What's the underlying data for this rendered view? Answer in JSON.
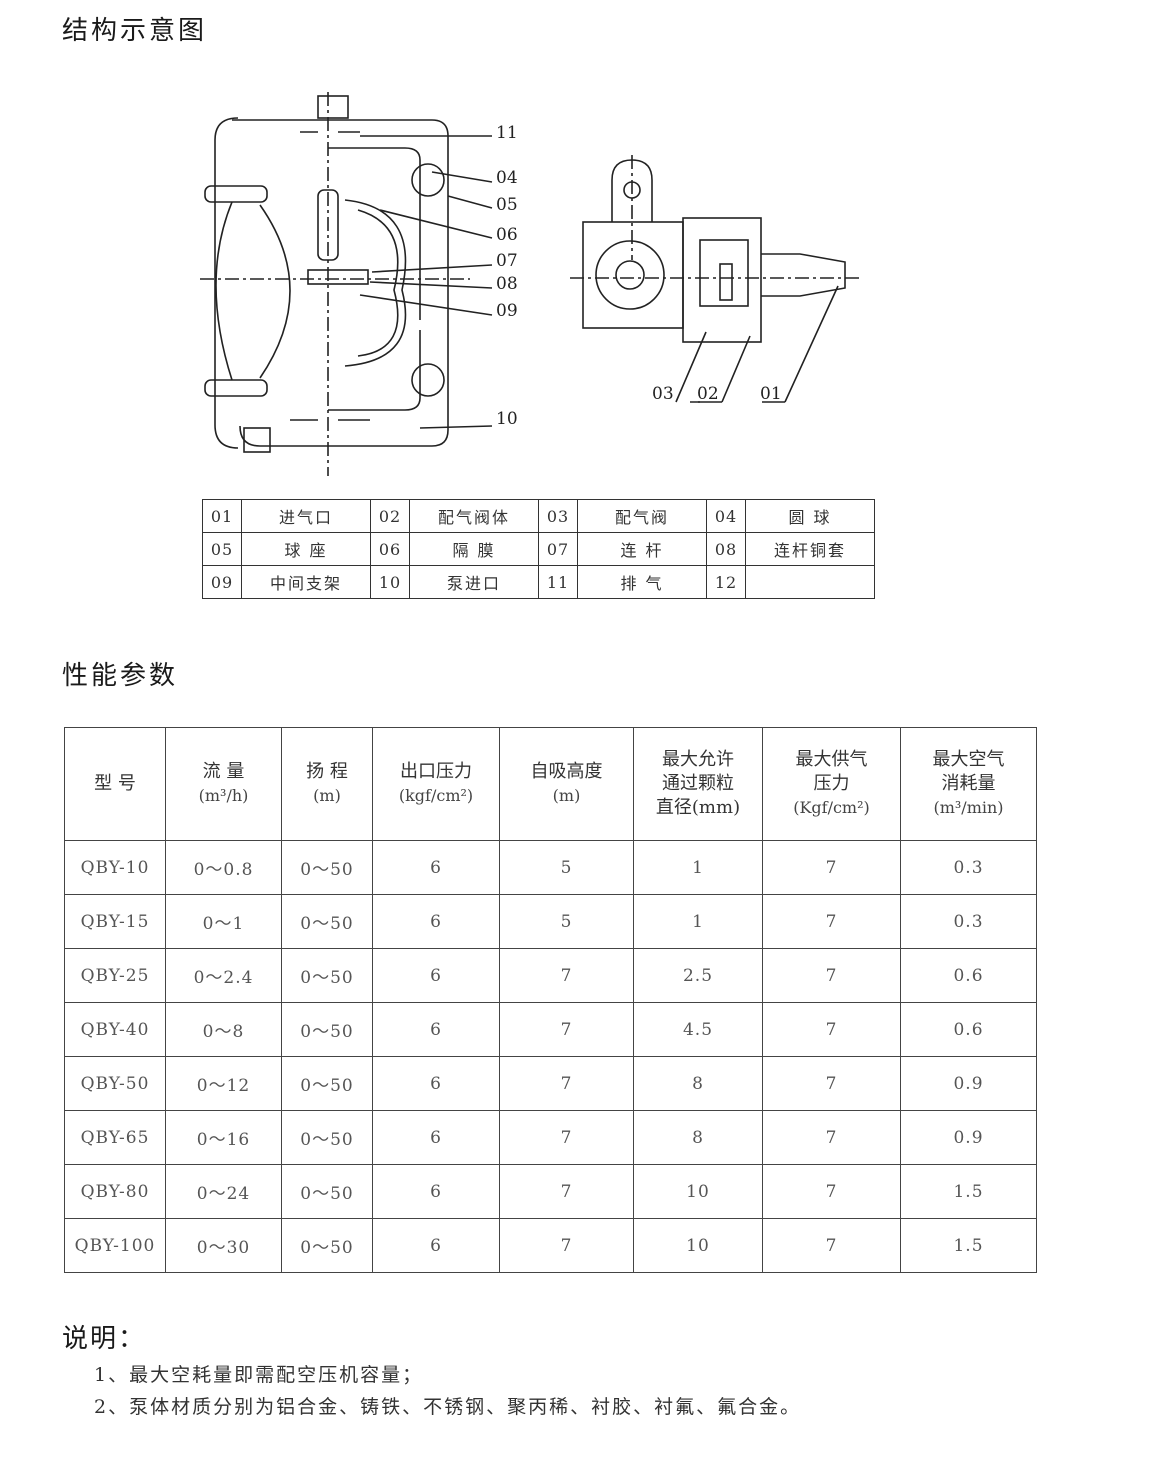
{
  "sections": {
    "structure_title": "结构示意图",
    "performance_title": "性能参数",
    "notes_title": "说明："
  },
  "diagram_callouts": [
    "11",
    "04",
    "05",
    "06",
    "07",
    "08",
    "09",
    "10",
    "03",
    "02",
    "01"
  ],
  "parts": [
    [
      {
        "num": "01",
        "name": "进气口"
      },
      {
        "num": "02",
        "name": "配气阀体"
      },
      {
        "num": "03",
        "name": "配气阀"
      },
      {
        "num": "04",
        "name": "圆 球"
      }
    ],
    [
      {
        "num": "05",
        "name": "球 座"
      },
      {
        "num": "06",
        "name": "隔 膜"
      },
      {
        "num": "07",
        "name": "连 杆"
      },
      {
        "num": "08",
        "name": "连杆铜套"
      }
    ],
    [
      {
        "num": "09",
        "name": "中间支架"
      },
      {
        "num": "10",
        "name": "泵进口"
      },
      {
        "num": "11",
        "name": "排 气"
      },
      {
        "num": "12",
        "name": ""
      }
    ]
  ],
  "performance": {
    "headers": [
      {
        "label": "型 号",
        "unit": ""
      },
      {
        "label": "流 量",
        "unit": "(m³/h)"
      },
      {
        "label": "扬 程",
        "unit": "(m)"
      },
      {
        "label": "出口压力",
        "unit": "(kgf/cm²)"
      },
      {
        "label": "自吸高度",
        "unit": "(m)"
      },
      {
        "label": "最大允许\n通过颗粒\n直径(mm)",
        "unit": ""
      },
      {
        "label": "最大供气\n压力",
        "unit": "(Kgf/cm²)"
      },
      {
        "label": "最大空气\n消耗量",
        "unit": "(m³/min)"
      }
    ],
    "rows": [
      [
        "QBY-10",
        "0～0.8",
        "0～50",
        "6",
        "5",
        "1",
        "7",
        "0.3"
      ],
      [
        "QBY-15",
        "0～1",
        "0～50",
        "6",
        "5",
        "1",
        "7",
        "0.3"
      ],
      [
        "QBY-25",
        "0～2.4",
        "0～50",
        "6",
        "7",
        "2.5",
        "7",
        "0.6"
      ],
      [
        "QBY-40",
        "0～8",
        "0～50",
        "6",
        "7",
        "4.5",
        "7",
        "0.6"
      ],
      [
        "QBY-50",
        "0～12",
        "0～50",
        "6",
        "7",
        "8",
        "7",
        "0.9"
      ],
      [
        "QBY-65",
        "0～16",
        "0～50",
        "6",
        "7",
        "8",
        "7",
        "0.9"
      ],
      [
        "QBY-80",
        "0～24",
        "0～50",
        "6",
        "7",
        "10",
        "7",
        "1.5"
      ],
      [
        "QBY-100",
        "0～30",
        "0～50",
        "6",
        "7",
        "10",
        "7",
        "1.5"
      ]
    ]
  },
  "notes": [
    "1、最大空耗量即需配空压机容量；",
    "2、泵体材质分别为铝合金、铸铁、不锈钢、聚丙稀、衬胶、衬氟、氟合金。"
  ]
}
